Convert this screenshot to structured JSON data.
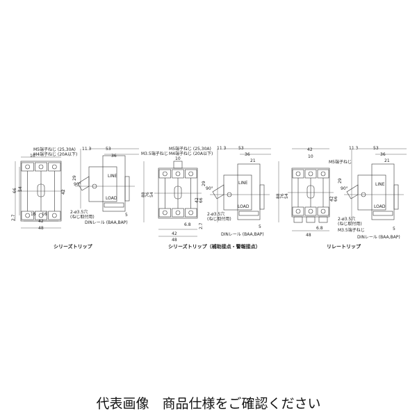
{
  "drawings": [
    {
      "caption": "シリーズトリップ",
      "labels": {
        "terminal_m5": "M5端子ねじ (25,30A)",
        "terminal_m4": "M4端子ねじ (20A以下)",
        "d10": "10",
        "d113": "11.3",
        "d53": "53",
        "d36": "36",
        "d66": "66",
        "d54": "54",
        "d29": "29",
        "d42v": "42",
        "d90": "90°",
        "d27": "2.7",
        "d16a": "16",
        "d16b": "16",
        "d42": "42",
        "d48": "48",
        "holes": "2-ø3.5穴",
        "holes_note": "(ねじ取付用)",
        "din": "DINレール (BAA,BAP)",
        "d5": "5",
        "line": "LINE",
        "load": "LOAD"
      }
    },
    {
      "caption": "シリーズトリップ（補助接点・警報接点）",
      "labels": {
        "terminal_m35": "M3.5端子ねじ",
        "terminal_m5": "M5端子ねじ (25,30A)",
        "terminal_m4": "M4端子ねじ (20A以下)",
        "d10": "10",
        "d113": "11.3",
        "d53": "53",
        "d36": "36",
        "d21": "21",
        "d88": "88",
        "d76": "76",
        "d54": "54",
        "d29": "29",
        "d42v": "42",
        "d66": "66",
        "d90": "90°",
        "d27": "2.7",
        "d68": "6.8",
        "d42": "42",
        "d48": "48",
        "holes": "2-ø3.5穴",
        "holes_note": "(ねじ取付用)",
        "din": "DINレール (BAA,BAP)",
        "d5": "5",
        "line": "LINE",
        "load": "LOAD"
      }
    },
    {
      "caption": "リレートリップ",
      "labels": {
        "terminal_m5": "M5端子ねじ",
        "terminal_m35": "M3.5端子ねじ",
        "d42t": "42",
        "d10": "10",
        "d113": "11.3",
        "d53": "53",
        "d36": "36",
        "d21": "21",
        "d88": "88",
        "d76": "76",
        "d54": "54",
        "d29": "29",
        "d42v": "42",
        "d66": "66",
        "d90": "90°",
        "d68": "6.8",
        "d48": "48",
        "holes": "2-ø3.5穴",
        "holes_note": "(ねじ取付用)",
        "din": "DINレール (BAA,BAP)",
        "d5": "5",
        "line": "LINE",
        "load": "LOAD"
      }
    }
  ],
  "notice": "代表画像　商品仕様をご確認ください"
}
